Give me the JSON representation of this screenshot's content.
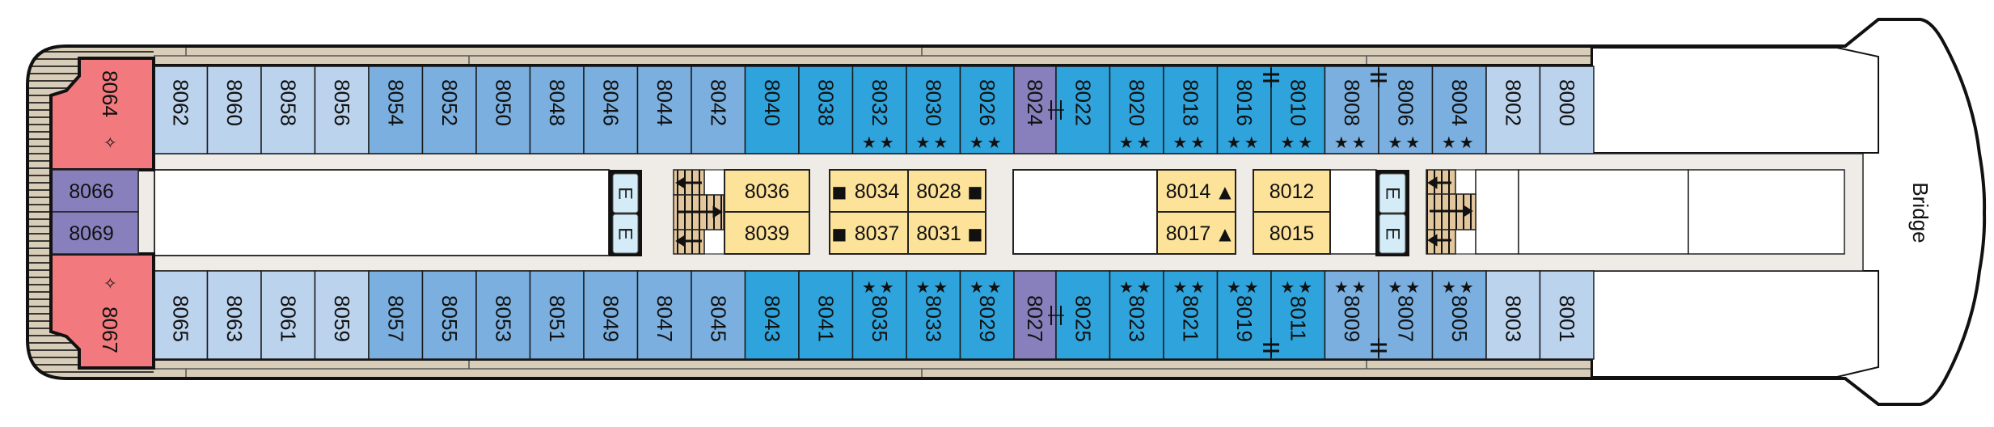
{
  "deck": {
    "bridge_label": "Bridge",
    "elevator_label": "E",
    "colors": {
      "light_blue": "#bcd3ee",
      "medium_blue": "#7aafdf",
      "bright_blue": "#2fa4dc",
      "purple": "#8780bd",
      "red": "#f27a7e",
      "yellow": "#fde29a",
      "deck_beige": "#d8cdb9",
      "corridor": "#efebe7",
      "elevator": "#d3ecf7",
      "stairs": "#e2c79d"
    },
    "marker_legend": {
      "double_star": "★★",
      "sparkle": "✧",
      "square": "■",
      "triangle": "▲",
      "connecting": "connecting-door"
    },
    "upper_row": [
      {
        "number": "8062",
        "category": "light_blue",
        "marker": ""
      },
      {
        "number": "8060",
        "category": "light_blue",
        "marker": ""
      },
      {
        "number": "8058",
        "category": "light_blue",
        "marker": ""
      },
      {
        "number": "8056",
        "category": "light_blue",
        "marker": ""
      },
      {
        "number": "8054",
        "category": "medium_blue",
        "marker": ""
      },
      {
        "number": "8052",
        "category": "medium_blue",
        "marker": ""
      },
      {
        "number": "8050",
        "category": "medium_blue",
        "marker": ""
      },
      {
        "number": "8048",
        "category": "medium_blue",
        "marker": ""
      },
      {
        "number": "8046",
        "category": "medium_blue",
        "marker": ""
      },
      {
        "number": "8044",
        "category": "medium_blue",
        "marker": ""
      },
      {
        "number": "8042",
        "category": "medium_blue",
        "marker": ""
      },
      {
        "number": "8040",
        "category": "bright_blue",
        "marker": ""
      },
      {
        "number": "8038",
        "category": "bright_blue",
        "marker": ""
      },
      {
        "number": "8032",
        "category": "bright_blue",
        "marker": "★★"
      },
      {
        "number": "8030",
        "category": "bright_blue",
        "marker": "★★"
      },
      {
        "number": "8026",
        "category": "bright_blue",
        "marker": "★★"
      },
      {
        "number": "8024",
        "category": "purple",
        "marker": "",
        "narrow": true
      },
      {
        "number": "8022",
        "category": "bright_blue",
        "marker": ""
      },
      {
        "number": "8020",
        "category": "bright_blue",
        "marker": "★★"
      },
      {
        "number": "8018",
        "category": "bright_blue",
        "marker": "★★"
      },
      {
        "number": "8016",
        "category": "bright_blue",
        "marker": "★★"
      },
      {
        "number": "8010",
        "category": "bright_blue",
        "marker": "★★"
      },
      {
        "number": "8008",
        "category": "medium_blue",
        "marker": "★★"
      },
      {
        "number": "8006",
        "category": "medium_blue",
        "marker": "★★"
      },
      {
        "number": "8004",
        "category": "medium_blue",
        "marker": "★★"
      },
      {
        "number": "8002",
        "category": "light_blue",
        "marker": ""
      },
      {
        "number": "8000",
        "category": "light_blue",
        "marker": ""
      }
    ],
    "lower_row": [
      {
        "number": "8065",
        "category": "light_blue",
        "marker": ""
      },
      {
        "number": "8063",
        "category": "light_blue",
        "marker": ""
      },
      {
        "number": "8061",
        "category": "light_blue",
        "marker": ""
      },
      {
        "number": "8059",
        "category": "light_blue",
        "marker": ""
      },
      {
        "number": "8057",
        "category": "medium_blue",
        "marker": ""
      },
      {
        "number": "8055",
        "category": "medium_blue",
        "marker": ""
      },
      {
        "number": "8053",
        "category": "medium_blue",
        "marker": ""
      },
      {
        "number": "8051",
        "category": "medium_blue",
        "marker": ""
      },
      {
        "number": "8049",
        "category": "medium_blue",
        "marker": ""
      },
      {
        "number": "8047",
        "category": "medium_blue",
        "marker": ""
      },
      {
        "number": "8045",
        "category": "medium_blue",
        "marker": ""
      },
      {
        "number": "8043",
        "category": "bright_blue",
        "marker": ""
      },
      {
        "number": "8041",
        "category": "bright_blue",
        "marker": ""
      },
      {
        "number": "8035",
        "category": "bright_blue",
        "marker": "★★"
      },
      {
        "number": "8033",
        "category": "bright_blue",
        "marker": "★★"
      },
      {
        "number": "8029",
        "category": "bright_blue",
        "marker": "★★"
      },
      {
        "number": "8027",
        "category": "purple",
        "marker": "",
        "narrow": true
      },
      {
        "number": "8025",
        "category": "bright_blue",
        "marker": ""
      },
      {
        "number": "8023",
        "category": "bright_blue",
        "marker": "★★"
      },
      {
        "number": "8021",
        "category": "bright_blue",
        "marker": "★★"
      },
      {
        "number": "8019",
        "category": "bright_blue",
        "marker": "★★"
      },
      {
        "number": "8011",
        "category": "bright_blue",
        "marker": "★★"
      },
      {
        "number": "8009",
        "category": "medium_blue",
        "marker": "★★"
      },
      {
        "number": "8007",
        "category": "medium_blue",
        "marker": "★★"
      },
      {
        "number": "8005",
        "category": "medium_blue",
        "marker": "★★"
      },
      {
        "number": "8003",
        "category": "light_blue",
        "marker": ""
      },
      {
        "number": "8001",
        "category": "light_blue",
        "marker": ""
      }
    ],
    "connecting_doors": [
      {
        "between": [
          "8024",
          "8022"
        ],
        "row": "upper"
      },
      {
        "between": [
          "8016",
          "8010"
        ],
        "row": "upper"
      },
      {
        "between": [
          "8008",
          "8006"
        ],
        "row": "upper"
      },
      {
        "between": [
          "8027",
          "8025"
        ],
        "row": "lower"
      },
      {
        "between": [
          "8019",
          "8011"
        ],
        "row": "lower"
      },
      {
        "between": [
          "8009",
          "8007"
        ],
        "row": "lower"
      }
    ],
    "aft_suites": [
      {
        "number": "8064",
        "category": "red",
        "marker": "✧",
        "position": "upper"
      },
      {
        "number": "8067",
        "category": "red",
        "marker": "✧",
        "position": "lower"
      }
    ],
    "aft_cabins": [
      {
        "number": "8066",
        "category": "purple"
      },
      {
        "number": "8069",
        "category": "purple"
      }
    ],
    "center_cabins": [
      {
        "number": "8036",
        "category": "yellow",
        "marker": "",
        "marker_side": ""
      },
      {
        "number": "8039",
        "category": "yellow",
        "marker": "",
        "marker_side": ""
      },
      {
        "number": "8034",
        "category": "yellow",
        "marker": "■",
        "marker_side": "left"
      },
      {
        "number": "8028",
        "category": "yellow",
        "marker": "■",
        "marker_side": "right"
      },
      {
        "number": "8037",
        "category": "yellow",
        "marker": "■",
        "marker_side": "left"
      },
      {
        "number": "8031",
        "category": "yellow",
        "marker": "■",
        "marker_side": "right"
      },
      {
        "number": "8014",
        "category": "yellow",
        "marker": "▲",
        "marker_side": "right"
      },
      {
        "number": "8017",
        "category": "yellow",
        "marker": "▲",
        "marker_side": "right"
      },
      {
        "number": "8012",
        "category": "yellow",
        "marker": "",
        "marker_side": ""
      },
      {
        "number": "8015",
        "category": "yellow",
        "marker": "",
        "marker_side": ""
      }
    ]
  }
}
